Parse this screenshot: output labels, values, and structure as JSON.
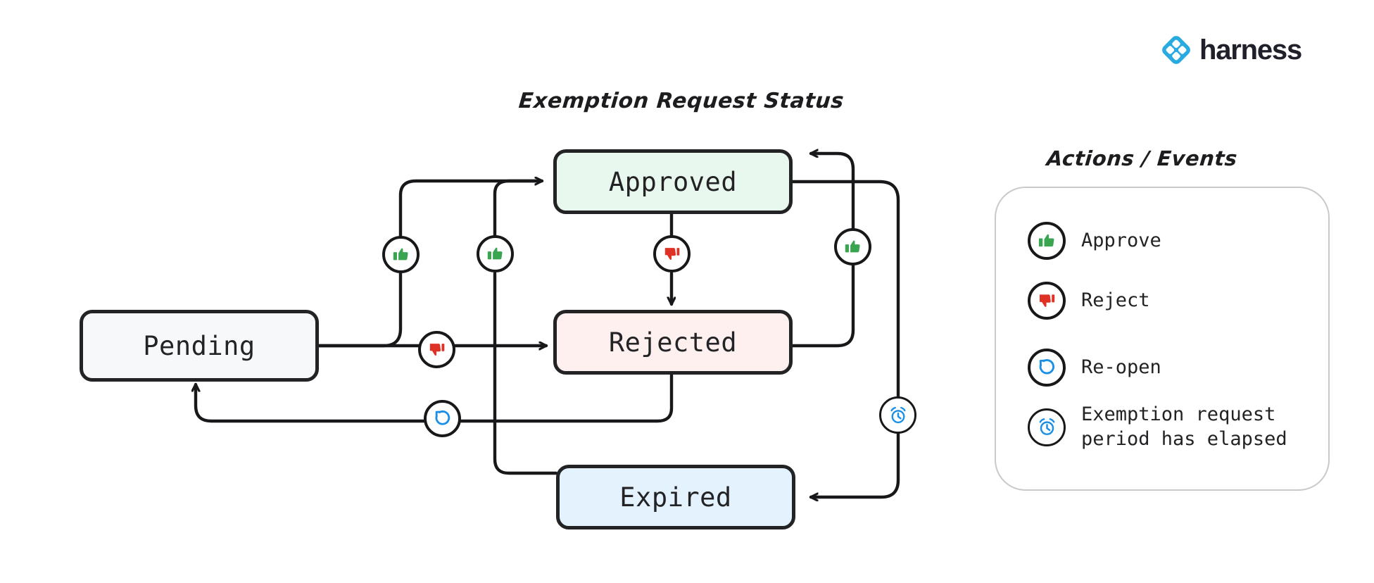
{
  "brand": {
    "name": "harness",
    "logo_icon": "harness-diamond-logo",
    "color": "#29ABE2"
  },
  "diagram": {
    "title": "Exemption Request Status",
    "type": "state-machine",
    "states": [
      {
        "id": "pending",
        "label": "Pending",
        "fill": "#f7f8fa"
      },
      {
        "id": "approved",
        "label": "Approved",
        "fill": "#e8f8ee"
      },
      {
        "id": "rejected",
        "label": "Rejected",
        "fill": "#fdf0ef"
      },
      {
        "id": "expired",
        "label": "Expired",
        "fill": "#e3f2fd"
      }
    ],
    "transitions": [
      {
        "from": "pending",
        "to": "approved",
        "action": "approve",
        "icon": "thumbs-up-icon"
      },
      {
        "from": "pending",
        "to": "rejected",
        "action": "reject",
        "icon": "thumbs-down-icon"
      },
      {
        "from": "approved",
        "to": "rejected",
        "action": "reject",
        "icon": "thumbs-down-icon"
      },
      {
        "from": "rejected",
        "to": "approved",
        "action": "approve",
        "icon": "thumbs-up-icon"
      },
      {
        "from": "expired",
        "to": "approved",
        "action": "approve",
        "icon": "thumbs-up-icon"
      },
      {
        "from": "approved",
        "to": "expired",
        "action": "elapsed",
        "icon": "alarm-clock-icon"
      },
      {
        "from": "rejected",
        "to": "pending",
        "action": "re-open",
        "icon": "reopen-icon"
      }
    ]
  },
  "legend": {
    "title": "Actions / Events",
    "items": [
      {
        "icon": "thumbs-up-icon",
        "label": "Approve",
        "color": "#3aa550"
      },
      {
        "icon": "thumbs-down-icon",
        "label": "Reject",
        "color": "#e03127"
      },
      {
        "icon": "reopen-icon",
        "label": "Re-open",
        "color": "#1a8fe8"
      },
      {
        "icon": "alarm-clock-icon",
        "label": "Exemption request\nperiod has elapsed",
        "color": "#1a8fe8"
      }
    ]
  }
}
